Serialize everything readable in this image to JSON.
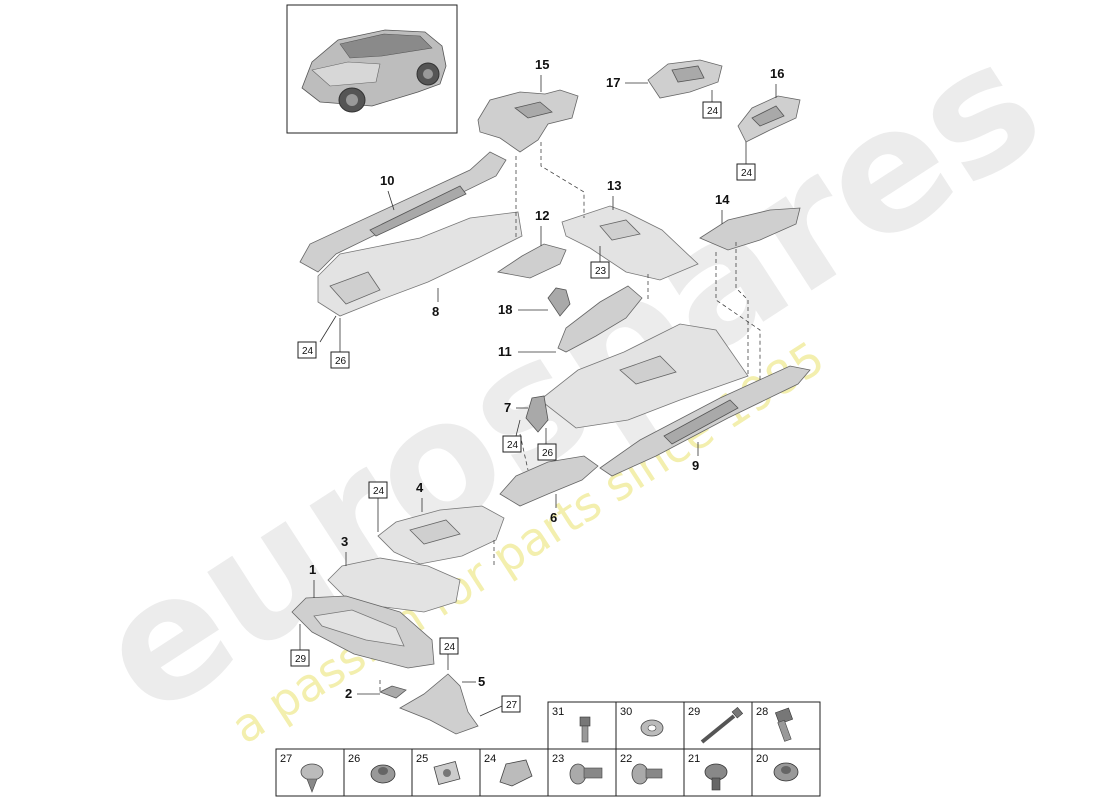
{
  "watermark": {
    "brand": "eurospares",
    "tagline": "a passion for parts since 1985"
  },
  "callouts": {
    "c1": "1",
    "c2": "2",
    "c3": "3",
    "c4": "4",
    "c5": "5",
    "c6": "6",
    "c7": "7",
    "c8": "8",
    "c9": "9",
    "c10": "10",
    "c11": "11",
    "c12": "12",
    "c13": "13",
    "c14": "14",
    "c15": "15",
    "c16": "16",
    "c17": "17",
    "c18": "18"
  },
  "ref_boxes": {
    "b24_a": "24",
    "b26_a": "26",
    "b23": "23",
    "b24_b": "24",
    "b24_c": "24",
    "b24_d": "24",
    "b26_b": "26",
    "b24_e": "24",
    "b24_f": "24",
    "b29": "29",
    "b27": "27"
  },
  "fastener_table": {
    "top_row": [
      "31",
      "30",
      "29",
      "28"
    ],
    "bottom_row": [
      "27",
      "26",
      "25",
      "24",
      "23",
      "22",
      "21",
      "20"
    ]
  }
}
